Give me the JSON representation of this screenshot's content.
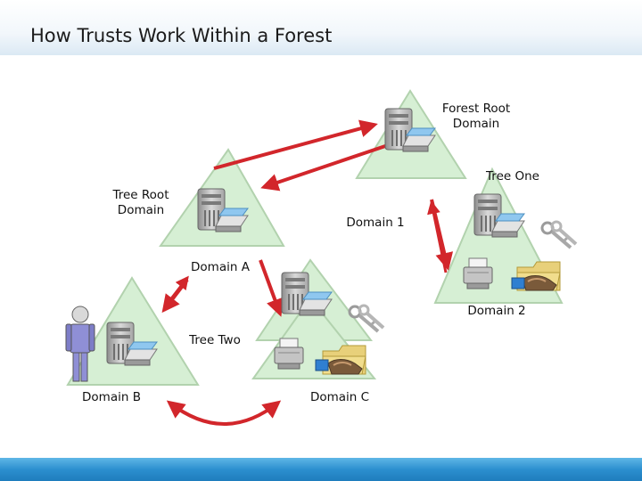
{
  "title": "How Trusts Work Within a Forest",
  "labels": {
    "forest_root": [
      "Forest Root",
      "Domain"
    ],
    "tree_one": "Tree One",
    "tree_root": [
      "Tree Root",
      "Domain"
    ],
    "domain_1": "Domain 1",
    "domain_a": "Domain A",
    "domain_2": "Domain 2",
    "tree_two": "Tree Two",
    "domain_b": "Domain B",
    "domain_c": "Domain C"
  },
  "colors": {
    "triangle_fill": "#d6efd4",
    "triangle_stroke": "#b2d2ae",
    "arrow": "#d2262b",
    "server": "#b7b7b7",
    "tray": "#8fc7ef"
  },
  "icons": [
    "server-icon",
    "user-icon",
    "key-icon",
    "printer-icon",
    "folder-icon"
  ]
}
